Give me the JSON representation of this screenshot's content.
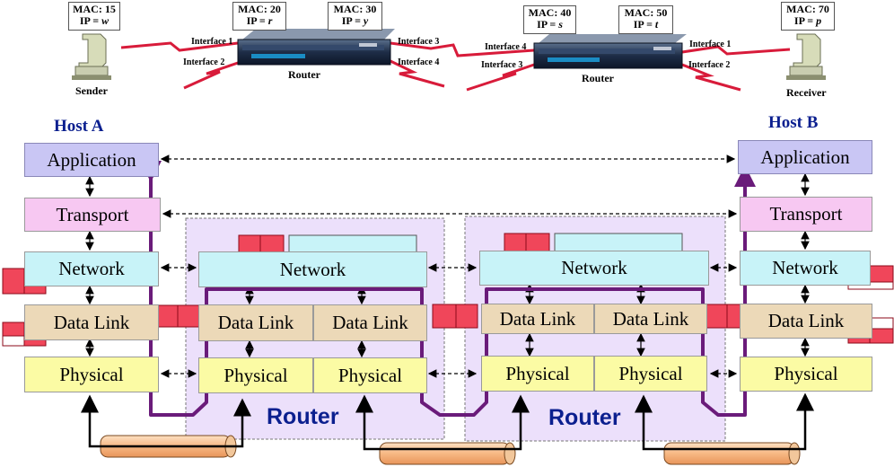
{
  "top": {
    "mac_boxes": [
      {
        "mac": "MAC: 15",
        "ip_prefix": "IP = ",
        "ip_var": "w"
      },
      {
        "mac": "MAC: 20",
        "ip_prefix": "IP = ",
        "ip_var": "r"
      },
      {
        "mac": "MAC: 30",
        "ip_prefix": "IP = ",
        "ip_var": "y"
      },
      {
        "mac": "MAC: 40",
        "ip_prefix": "IP = ",
        "ip_var": "s"
      },
      {
        "mac": "MAC: 50",
        "ip_prefix": "IP = ",
        "ip_var": "t"
      },
      {
        "mac": "MAC: 70",
        "ip_prefix": "IP = ",
        "ip_var": "p"
      }
    ],
    "interfaces": [
      "Interface 1",
      "Interface 2",
      "Interface 3",
      "Interface 4",
      "Interface 4",
      "Interface 3",
      "Interface 1",
      "Interface 2"
    ],
    "sender": "Sender",
    "receiver": "Receiver",
    "router_labels": [
      "Router",
      "Router"
    ]
  },
  "hosts": {
    "a": "Host A",
    "b": "Host B"
  },
  "layers": {
    "application": "Application",
    "transport": "Transport",
    "network": "Network",
    "datalink": "Data Link",
    "physical": "Physical"
  },
  "routers": {
    "label": "Router"
  },
  "colors": {
    "application": "#c9c6f4",
    "transport": "#f7c8f2",
    "network": "#c8f3f8",
    "datalink": "#ecd9b8",
    "physical": "#fbfba4",
    "router_region": "#ece0fb",
    "path": "#6a1b7a",
    "link": "#d81b3a",
    "header_red": "#f0465a",
    "title_blue": "#0b1f8f"
  },
  "icons": [
    "computer-icon",
    "router-device-icon",
    "cable-icon",
    "packet-header-icon"
  ]
}
